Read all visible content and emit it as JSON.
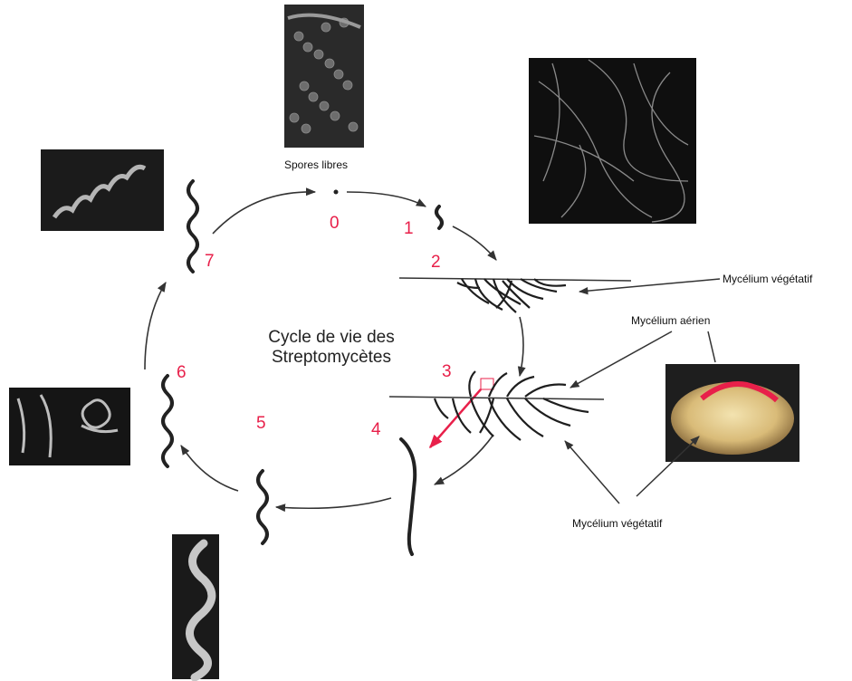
{
  "diagram": {
    "title_line1": "Cycle de vie des",
    "title_line2": "Streptomycètes",
    "spores_label": "Spores libres",
    "veg_mycelium_label_top": "Mycélium végétatif",
    "aerial_mycelium_label": "Mycélium aérien",
    "veg_mycelium_label_bottom": "Mycélium végétatif",
    "steps": [
      "0",
      "1",
      "2",
      "3",
      "4",
      "5",
      "6",
      "7"
    ]
  },
  "colors": {
    "step_number": "#e8204a",
    "accent_arrow": "#e8204a",
    "photo_dark": "#151515"
  }
}
